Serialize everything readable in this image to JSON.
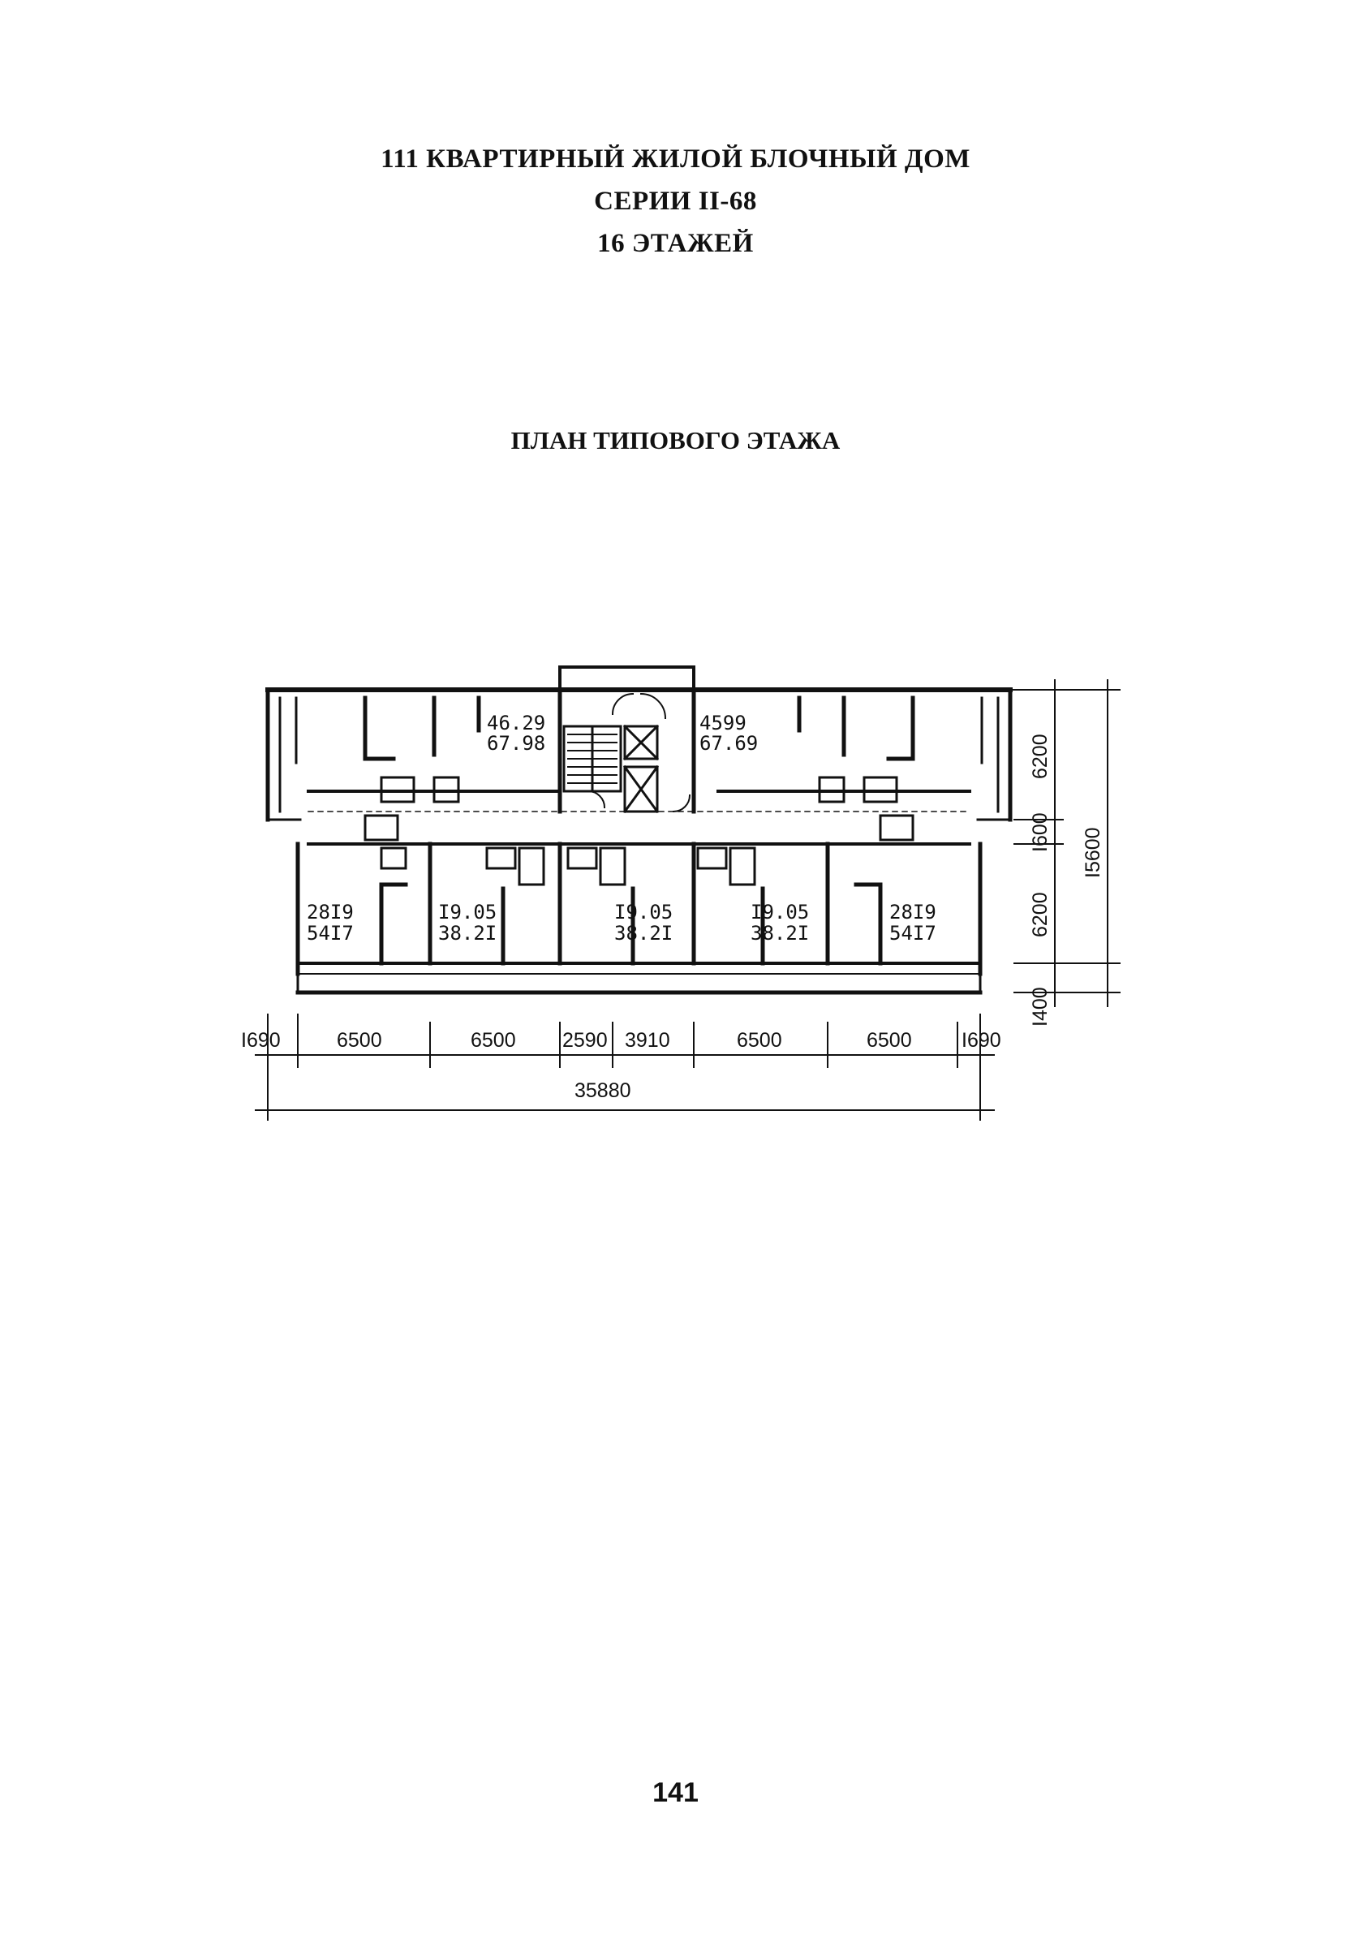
{
  "document": {
    "title_lines": [
      "111 КВАРТИРНЫЙ ЖИЛОЙ БЛОЧНЫЙ ДОМ",
      "СЕРИИ II-68",
      "16 ЭТАЖЕЙ"
    ],
    "plan_heading": "ПЛАН ТИПОВОГО ЭТАЖА",
    "page_number": "141"
  },
  "plan": {
    "apartments_top": [
      {
        "living": "46.29",
        "total": "67.98"
      },
      {
        "living": "4599",
        "total": "67.69"
      }
    ],
    "apartments_bottom": [
      {
        "living": "28I9",
        "total": "54I7"
      },
      {
        "living": "I9.05",
        "total": "38.2I"
      },
      {
        "living": "I9.05",
        "total": "38.2I"
      },
      {
        "living": "I9.05",
        "total": "38.2I"
      },
      {
        "living": "28I9",
        "total": "54I7"
      }
    ],
    "horizontal_dimensions": [
      "I690",
      "6500",
      "6500",
      "2590",
      "3910",
      "6500",
      "6500",
      "I690"
    ],
    "overall_width": "35880",
    "vertical_dimensions": [
      "6200",
      "I600",
      "6200",
      "I400"
    ],
    "overall_depth": "I5600"
  }
}
